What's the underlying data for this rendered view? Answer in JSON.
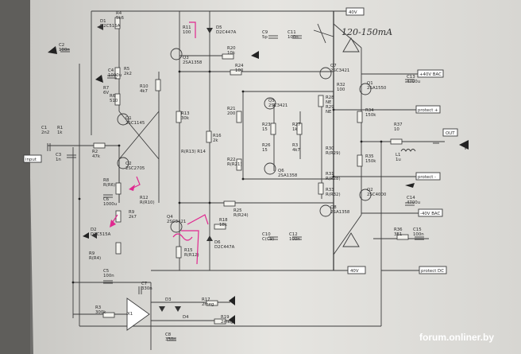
{
  "watermark": "forum.onliner.by",
  "handwritten_note": "120-150mA",
  "rails": [
    {
      "id": "plus_top",
      "text": "40V"
    },
    {
      "id": "plus_out",
      "text": "+40V BAC"
    },
    {
      "id": "minus_out",
      "text": "-40V BAC"
    },
    {
      "id": "minus_bottom",
      "text": "40V"
    },
    {
      "id": "protect_top",
      "text": "protect +"
    },
    {
      "id": "protect_bottom",
      "text": "protect -"
    },
    {
      "id": "protect_dc",
      "text": "protect DC"
    },
    {
      "id": "input",
      "text": "input"
    },
    {
      "id": "out",
      "text": "OUT"
    }
  ],
  "components": [
    {
      "id": "R4",
      "name": "R4",
      "value": "5k6"
    },
    {
      "id": "D1",
      "name": "D1",
      "value": "D2C515A"
    },
    {
      "id": "R5",
      "name": "R5",
      "value": "2k2"
    },
    {
      "id": "C2",
      "name": "C2",
      "value": "100n"
    },
    {
      "id": "C4",
      "name": "C4",
      "value": "1000u"
    },
    {
      "id": "R7",
      "name": "R7",
      "value": "6V"
    },
    {
      "id": "R6",
      "name": "R6",
      "value": "510"
    },
    {
      "id": "R10",
      "name": "R10",
      "value": "4k7"
    },
    {
      "id": "Q1",
      "name": "Q1",
      "value": "2SC1145"
    },
    {
      "id": "R11",
      "name": "R11",
      "value": "100"
    },
    {
      "id": "D5",
      "name": "D5",
      "value": "D2C447A"
    },
    {
      "id": "R20",
      "name": "R20",
      "value": "10k"
    },
    {
      "id": "Q3",
      "name": "Q3",
      "value": "2SA1358"
    },
    {
      "id": "C9",
      "name": "C9",
      "value": "5p"
    },
    {
      "id": "C11",
      "name": "C11",
      "value": "100n"
    },
    {
      "id": "C1",
      "name": "C1",
      "value": "2n2"
    },
    {
      "id": "R1",
      "name": "R1",
      "value": "1k"
    },
    {
      "id": "C3",
      "name": "C3",
      "value": "1n"
    },
    {
      "id": "R2",
      "name": "R2",
      "value": "47k"
    },
    {
      "id": "Q2",
      "name": "Q2",
      "value": "2SC2705"
    },
    {
      "id": "R13",
      "name": "R13",
      "value": "30k"
    },
    {
      "id": "R14",
      "name": "R(R13) R14",
      "value": ""
    },
    {
      "id": "R16",
      "name": "R16",
      "value": "2k"
    },
    {
      "id": "R24",
      "name": "R24",
      "value": "100"
    },
    {
      "id": "R21",
      "name": "R21",
      "value": "200"
    },
    {
      "id": "R22",
      "name": "R22",
      "value": "R(R21)"
    },
    {
      "id": "Q5",
      "name": "Q5",
      "value": "2SC3421"
    },
    {
      "id": "R23",
      "name": "R23",
      "value": "15"
    },
    {
      "id": "R26",
      "name": "R26",
      "value": "15"
    },
    {
      "id": "R27",
      "name": "R27",
      "value": "1k"
    },
    {
      "id": "R3",
      "name": "R3",
      "value": "4k7"
    },
    {
      "id": "Q6",
      "name": "Q6",
      "value": "2SA1358"
    },
    {
      "id": "Q7",
      "name": "Q7",
      "value": "2SC3421"
    },
    {
      "id": "R32",
      "name": "R32",
      "value": "100"
    },
    {
      "id": "R28",
      "name": "R28",
      "value": "NE"
    },
    {
      "id": "R29",
      "name": "R29",
      "value": "NE"
    },
    {
      "id": "R30",
      "name": "R30",
      "value": "R(R29)"
    },
    {
      "id": "R31",
      "name": "R31",
      "value": "R(R28)"
    },
    {
      "id": "R33",
      "name": "R33",
      "value": "R(R32)"
    },
    {
      "id": "Q1b",
      "name": "Q1",
      "value": "2SA1550"
    },
    {
      "id": "Q2b",
      "name": "Q2",
      "value": "2SC4000"
    },
    {
      "id": "R34",
      "name": "R34",
      "value": "150k"
    },
    {
      "id": "R35",
      "name": "R35",
      "value": "150k"
    },
    {
      "id": "R37",
      "name": "R37",
      "value": "10"
    },
    {
      "id": "L1",
      "name": "L1",
      "value": "1u"
    },
    {
      "id": "C13",
      "name": "C13",
      "value": "4700u"
    },
    {
      "id": "C14",
      "name": "C14",
      "value": "4700u"
    },
    {
      "id": "R36",
      "name": "R36",
      "value": "3E1"
    },
    {
      "id": "C15",
      "name": "C15",
      "value": "100n"
    },
    {
      "id": "R8",
      "name": "R8",
      "value": "R(R6)"
    },
    {
      "id": "R12",
      "name": "R12",
      "value": "R(R10)"
    },
    {
      "id": "C6",
      "name": "C6",
      "value": "1000u"
    },
    {
      "id": "R9",
      "name": "R9",
      "value": "2k7"
    },
    {
      "id": "D2",
      "name": "D2",
      "value": "D2C515A"
    },
    {
      "id": "R_R4",
      "name": "R9",
      "value": "R(R4)"
    },
    {
      "id": "Q4",
      "name": "Q4",
      "value": "2SC3421"
    },
    {
      "id": "R18",
      "name": "R18",
      "value": "18k"
    },
    {
      "id": "R25",
      "name": "R25",
      "value": "R(R24)"
    },
    {
      "id": "Q8",
      "name": "Q8",
      "value": "2SA1358"
    },
    {
      "id": "D6",
      "name": "D6",
      "value": "D2C447A"
    },
    {
      "id": "R15",
      "name": "R15",
      "value": "R(R12)"
    },
    {
      "id": "C10",
      "name": "C10",
      "value": "C(C9)"
    },
    {
      "id": "C12",
      "name": "C12",
      "value": "100n"
    },
    {
      "id": "C5",
      "name": "C5",
      "value": "100n"
    },
    {
      "id": "C7",
      "name": "C7",
      "value": "330n"
    },
    {
      "id": "R3b",
      "name": "R3",
      "value": "300k"
    },
    {
      "id": "X1",
      "name": "X1",
      "value": ""
    },
    {
      "id": "D3",
      "name": "D3",
      "value": ""
    },
    {
      "id": "D4",
      "name": "D4",
      "value": ""
    },
    {
      "id": "R17",
      "name": "R17",
      "value": "2meg"
    },
    {
      "id": "R19",
      "name": "R19",
      "value": "2meg"
    },
    {
      "id": "C8",
      "name": "C8",
      "value": "330n"
    }
  ]
}
